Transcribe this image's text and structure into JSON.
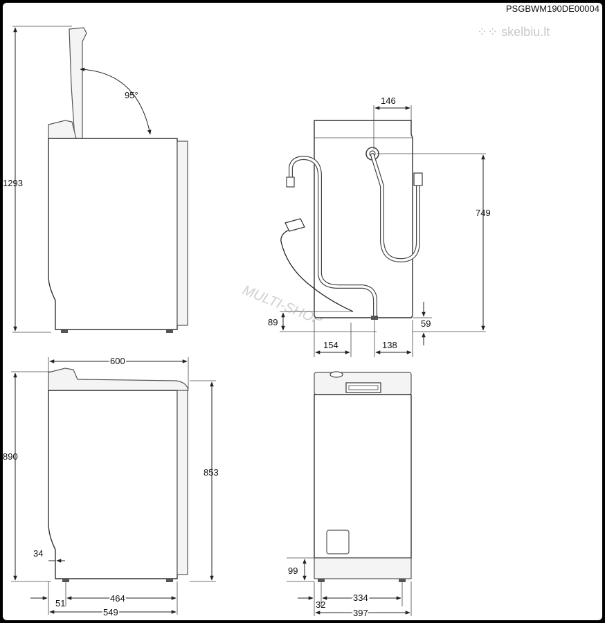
{
  "drawing_code": "PSGBWM190DE00004",
  "watermarks": {
    "site": "skelbiu.lt",
    "shop": "MULTI-SHOP"
  },
  "side_view_open": {
    "height_open": "1293",
    "lid_angle": "95°"
  },
  "rear_view": {
    "inlet_offset": "146",
    "inlet_height": "749",
    "hose_height": "89",
    "foot_height": "59",
    "drain_offset": "154",
    "foot_offset": "138"
  },
  "side_view_closed": {
    "depth_top": "600",
    "height_total": "890",
    "height_body": "853",
    "toe_recess": "34",
    "foot_span": "464",
    "foot_front": "51",
    "depth_base": "549"
  },
  "front_view": {
    "plinth_height": "99",
    "foot_span": "334",
    "foot_side": "32",
    "width": "397"
  }
}
